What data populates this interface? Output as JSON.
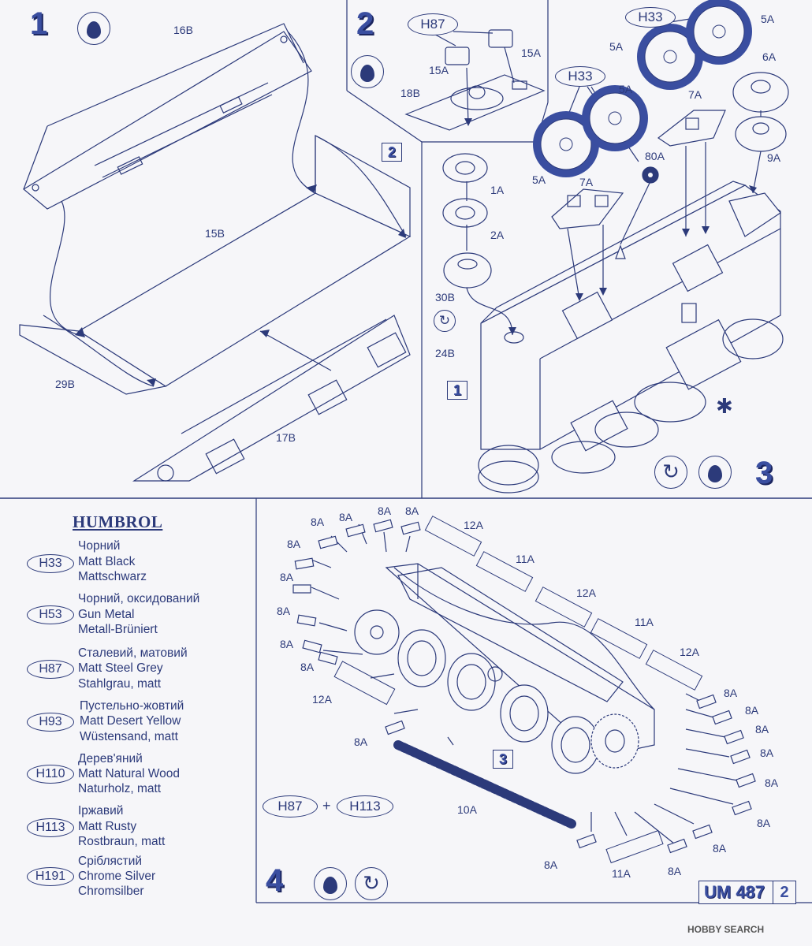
{
  "steps": {
    "s1": "1",
    "s2": "2",
    "s3": "3",
    "s4": "4"
  },
  "step1_parts": {
    "p16b": "16B",
    "p15b": "15B",
    "p29b": "29B",
    "p17b": "17B",
    "ref2": "2"
  },
  "step2_parts": {
    "h87": "H87",
    "p15a_1": "15A",
    "p15a_2": "15A",
    "p18b": "18B"
  },
  "step3_parts": {
    "h33_1": "H33",
    "h33_2": "H33",
    "p5a_1": "5A",
    "p5a_2": "5A",
    "p5a_3": "5A",
    "p5a_4": "5A",
    "p6a": "6A",
    "p7a_1": "7A",
    "p7a_2": "7A",
    "p80a": "80A",
    "p9a": "9A",
    "p1a": "1A",
    "p2a": "2A",
    "p30b": "30B",
    "p24b": "24B",
    "ref1": "1",
    "star": "✱"
  },
  "humbrol": {
    "title": "HUMBROL",
    "paints": [
      {
        "code": "H33",
        "ua": "Чорний",
        "en": "Matt Black",
        "de": "Mattschwarz"
      },
      {
        "code": "H53",
        "ua": "Чорний, оксидований",
        "en": "Gun Metal",
        "de": "Metall-Brüniert"
      },
      {
        "code": "H87",
        "ua": "Сталевий, матовий",
        "en": "Matt Steel Grey",
        "de": "Stahlgrau, matt"
      },
      {
        "code": "H93",
        "ua": "Пустельно-жовтий",
        "en": "Matt Desert Yellow",
        "de": "Wüstensand, matt"
      },
      {
        "code": "H110",
        "ua": "Дерев'яний",
        "en": "Matt Natural Wood",
        "de": "Naturholz, matt"
      },
      {
        "code": "H113",
        "ua": "Іржавий",
        "en": "Matt Rusty",
        "de": "Rostbraun, matt"
      },
      {
        "code": "H191",
        "ua": "Сріблястий",
        "en": "Chrome Silver",
        "de": "Chromsilber"
      }
    ]
  },
  "step4_parts": {
    "p8a_labels": [
      "8A",
      "8A",
      "8A",
      "8A",
      "8A",
      "8A",
      "8A",
      "8A",
      "8A",
      "8A",
      "8A",
      "8A",
      "8A",
      "8A",
      "8A",
      "8A",
      "8A",
      "8A",
      "8A"
    ],
    "p12a_1": "12A",
    "p11a_1": "11A",
    "p12a_2": "12A",
    "p11a_2": "11A",
    "p12a_3": "12A",
    "p12a_4": "12A",
    "p10a": "10A",
    "p11a_3": "11A",
    "ref3": "3",
    "mix_a": "H87",
    "plus": "+",
    "mix_b": "H113"
  },
  "footer": {
    "code": "UM 487",
    "page": "2"
  },
  "watermark": "HOBBY SEARCH",
  "colors": {
    "ink": "#2c3a7a",
    "paper": "#f6f6f9",
    "tyre": "#3a4ea0"
  }
}
